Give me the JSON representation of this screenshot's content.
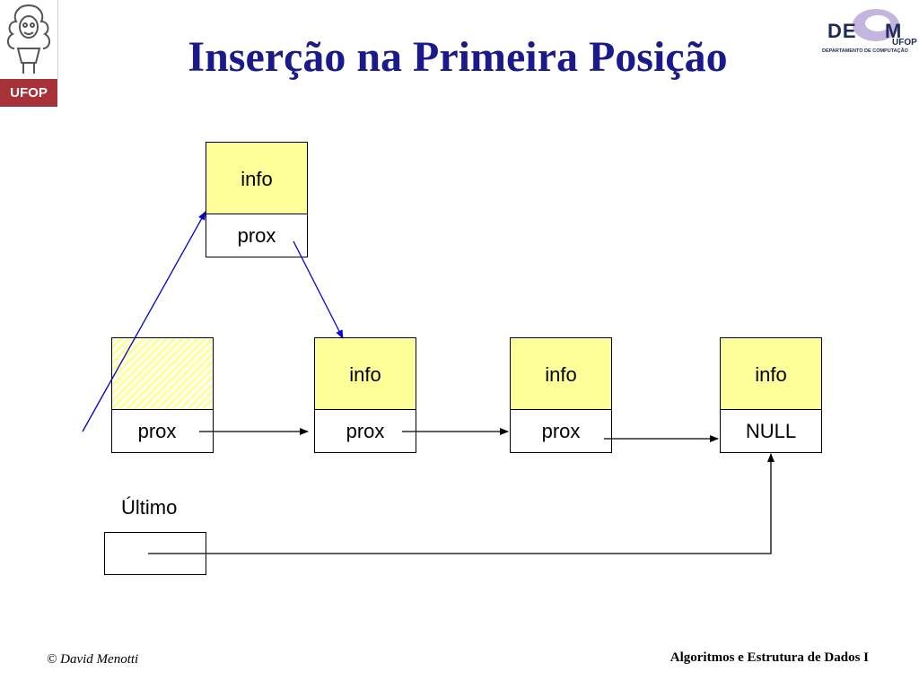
{
  "slide": {
    "title": "Inserção na Primeira Posição",
    "title_color": "#1a1a8c"
  },
  "logos": {
    "ufop": {
      "label": "UFOP",
      "band_color": "#a8323a"
    },
    "decom": {
      "text": "DE",
      "text_m": "M",
      "ufop": "UFOP",
      "subtitle": "DEPARTAMENTO DE COMPUTAÇÃO"
    }
  },
  "diagram": {
    "new_node": {
      "info": "info",
      "prox": "prox"
    },
    "head_node": {
      "prox": "prox"
    },
    "nodes": [
      {
        "info": "info",
        "prox": "prox"
      },
      {
        "info": "info",
        "prox": "prox"
      },
      {
        "info": "info",
        "prox": "NULL"
      }
    ],
    "ultimo_label": "Último",
    "colors": {
      "cell_fill": "#ffff99",
      "insert_arrow": "#0000cc",
      "link_arrow": "#000000"
    }
  },
  "footer": {
    "left": "© David Menotti",
    "right": "Algoritmos e Estrutura de Dados I"
  }
}
